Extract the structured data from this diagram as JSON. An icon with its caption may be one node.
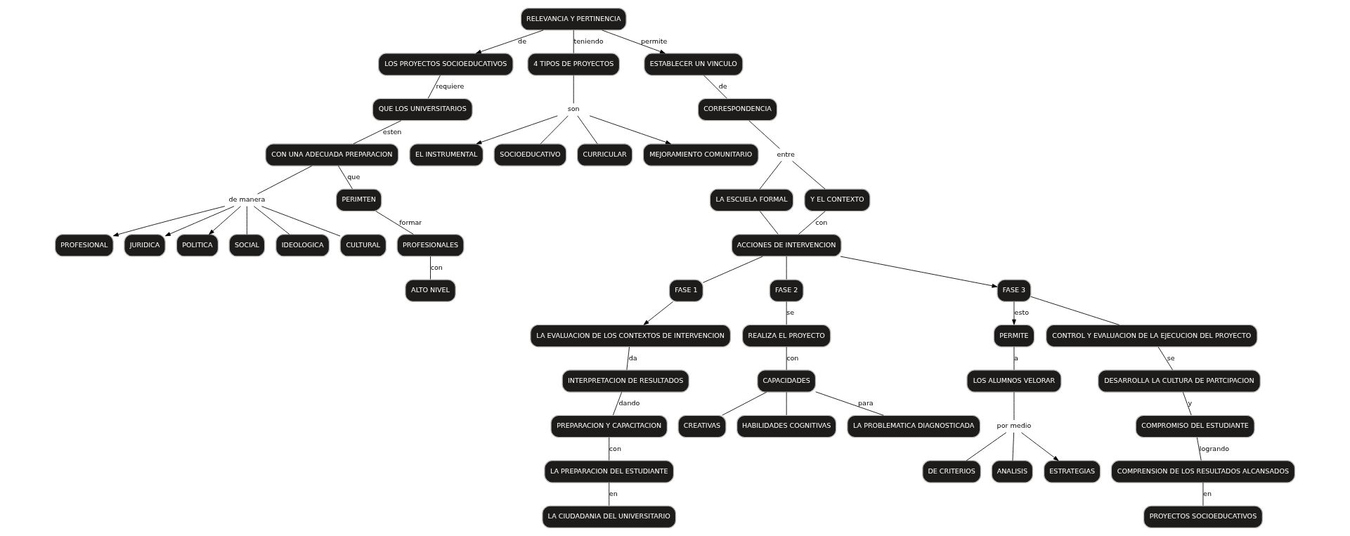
{
  "diagram": {
    "nodes": [
      {
        "text": [
          "RELEVANCIA Y PERTINENCIA"
        ]
      },
      {
        "text": [
          "LOS PROYECTOS SOCIOEDUCATIVOS"
        ]
      },
      {
        "text": [
          "4 TIPOS DE PROYECTOS"
        ]
      },
      {
        "text": [
          "ESTABLECER UN VINCULO"
        ]
      },
      {
        "text": [
          "QUE LOS UNIVERSITARIOS"
        ]
      },
      {
        "text": [
          "CON UNA ADECUADA PREPARACION"
        ]
      },
      {
        "text": [
          "de manera"
        ]
      },
      {
        "text": [
          "PROFESIONAL"
        ]
      },
      {
        "text": [
          "JURIDICA"
        ]
      },
      {
        "text": [
          "POLITICA"
        ]
      },
      {
        "text": [
          "SOCIAL"
        ]
      },
      {
        "text": [
          "IDEOLOGICA"
        ]
      },
      {
        "text": [
          "CULTURAL"
        ]
      },
      {
        "text": [
          "PERIMTEN"
        ]
      },
      {
        "text": [
          "PROFESIONALES"
        ]
      },
      {
        "text": [
          "ALTO NIVEL"
        ]
      },
      {
        "text": [
          "son"
        ]
      },
      {
        "text": [
          "EL INSTRUMENTAL"
        ]
      },
      {
        "text": [
          "SOCIOEDUCATIVO"
        ]
      },
      {
        "text": [
          "CURRICULAR"
        ]
      },
      {
        "text": [
          "MEJORAMIENTO COMUNITARIO"
        ]
      },
      {
        "text": [
          "CORRESPONDENCIA"
        ]
      },
      {
        "text": [
          "entre"
        ]
      },
      {
        "text": [
          "LA ESCUELA FORMAL"
        ]
      },
      {
        "text": [
          "Y EL CONTEXTO"
        ]
      },
      {
        "text": [
          "ACCIONES DE INTERVENCION"
        ]
      },
      {
        "text": [
          "FASE 1"
        ]
      },
      {
        "text": [
          "LA EVALUACION DE LOS CONTEXTOS DE INTERVENCION"
        ]
      },
      {
        "text": [
          "INTERPRETACION DE RESULTADOS"
        ]
      },
      {
        "text": [
          "PREPARACION Y CAPACITACION"
        ]
      },
      {
        "text": [
          "LA PREPARACION DEL ESTUDIANTE"
        ]
      },
      {
        "text": [
          "LA CIUDADANIA DEL UNIVERSITARIO"
        ]
      },
      {
        "text": [
          "FASE 2"
        ]
      },
      {
        "text": [
          "REALIZA EL PROYECTO"
        ]
      },
      {
        "text": [
          "CAPACIDADES"
        ]
      },
      {
        "text": [
          "CREATIVAS"
        ]
      },
      {
        "text": [
          "HABILIDADES COGNITIVAS"
        ]
      },
      {
        "text": [
          "LA PROBLEMATICA DIAGNOSTICADA"
        ]
      },
      {
        "text": [
          "FASE 3"
        ]
      },
      {
        "text": [
          "PERMITE"
        ]
      },
      {
        "text": [
          "CONTROL Y EVALUACION DE LA EJECUCION DEL PROYECTO"
        ]
      },
      {
        "text": [
          "DESARROLLA LA CULTURA DE PARTCIPACION"
        ]
      },
      {
        "text": [
          "COMPROMISO DEL ESTUDIANTE"
        ]
      },
      {
        "text": [
          "COMPRENSION DE LOS RESULTADOS ALCANSADOS"
        ]
      },
      {
        "text": [
          "PROYECTOS SOCIOEDUCATIVOS"
        ]
      },
      {
        "text": [
          "LOS ALUMNOS VELORAR"
        ]
      },
      {
        "text": [
          "por medio"
        ]
      },
      {
        "text": [
          "DE CRITERIOS"
        ]
      },
      {
        "text": [
          "ANALISIS"
        ]
      },
      {
        "text": [
          "ESTRATEGIAS"
        ]
      }
    ],
    "edges": [
      {
        "from": 0,
        "to": 1,
        "arrow": "to",
        "label": "de"
      },
      {
        "from": 0,
        "to": 2,
        "arrow": "none",
        "label": "teniendo"
      },
      {
        "from": 0,
        "to": 3,
        "arrow": "to",
        "label": "permite"
      },
      {
        "from": 1,
        "to": 4,
        "arrow": "none",
        "label": "requiere"
      },
      {
        "from": 4,
        "to": 5,
        "arrow": "none",
        "label": "esten"
      },
      {
        "from": 5,
        "to": 6,
        "arrow": "none"
      },
      {
        "from": 6,
        "to": 7,
        "arrow": "to"
      },
      {
        "from": 6,
        "to": 8,
        "arrow": "to"
      },
      {
        "from": 6,
        "to": 9,
        "arrow": "to"
      },
      {
        "from": 6,
        "to": 10,
        "arrow": "none"
      },
      {
        "from": 6,
        "to": 11,
        "arrow": "none"
      },
      {
        "from": 6,
        "to": 12,
        "arrow": "none"
      },
      {
        "from": 5,
        "to": 13,
        "arrow": "none",
        "label": "que"
      },
      {
        "from": 13,
        "to": 14,
        "arrow": "none",
        "label": "formar"
      },
      {
        "from": 14,
        "to": 15,
        "arrow": "none",
        "label": "con"
      },
      {
        "from": 2,
        "to": 16,
        "arrow": "none"
      },
      {
        "from": 16,
        "to": 17,
        "arrow": "to"
      },
      {
        "from": 16,
        "to": 18,
        "arrow": "none"
      },
      {
        "from": 16,
        "to": 19,
        "arrow": "none"
      },
      {
        "from": 16,
        "to": 20,
        "arrow": "to"
      },
      {
        "from": 3,
        "to": 21,
        "arrow": "none",
        "label": "de"
      },
      {
        "from": 21,
        "to": 22,
        "arrow": "none"
      },
      {
        "from": 22,
        "to": 23,
        "arrow": "none"
      },
      {
        "from": 22,
        "to": 24,
        "arrow": "none"
      },
      {
        "from": 23,
        "to": 25,
        "arrow": "none"
      },
      {
        "from": 24,
        "to": 25,
        "arrow": "none",
        "label": "con"
      },
      {
        "from": 25,
        "to": 26,
        "arrow": "none"
      },
      {
        "from": 26,
        "to": 27,
        "arrow": "to"
      },
      {
        "from": 27,
        "to": 28,
        "arrow": "none",
        "label": "da"
      },
      {
        "from": 28,
        "to": 29,
        "arrow": "none",
        "label": "dando"
      },
      {
        "from": 29,
        "to": 30,
        "arrow": "none",
        "label": "con"
      },
      {
        "from": 30,
        "to": 31,
        "arrow": "none",
        "label": "en"
      },
      {
        "from": 25,
        "to": 32,
        "arrow": "none"
      },
      {
        "from": 32,
        "to": 33,
        "arrow": "none",
        "label": "se"
      },
      {
        "from": 33,
        "to": 34,
        "arrow": "none",
        "label": "con"
      },
      {
        "from": 34,
        "to": 35,
        "arrow": "none"
      },
      {
        "from": 34,
        "to": 36,
        "arrow": "none"
      },
      {
        "from": 34,
        "to": 37,
        "arrow": "none",
        "label": "para"
      },
      {
        "from": 25,
        "to": 38,
        "arrow": "to"
      },
      {
        "from": 38,
        "to": 39,
        "arrow": "to",
        "label": "esto"
      },
      {
        "from": 38,
        "to": 40,
        "arrow": "none"
      },
      {
        "from": 40,
        "to": 41,
        "arrow": "none",
        "label": "se"
      },
      {
        "from": 41,
        "to": 42,
        "arrow": "none",
        "label": "y"
      },
      {
        "from": 42,
        "to": 43,
        "arrow": "none",
        "label": "logrando"
      },
      {
        "from": 43,
        "to": 44,
        "arrow": "none",
        "label": "en"
      },
      {
        "from": 39,
        "to": 45,
        "arrow": "none",
        "label": "a"
      },
      {
        "from": 45,
        "to": 46,
        "arrow": "none"
      },
      {
        "from": 46,
        "to": 47,
        "arrow": "none"
      },
      {
        "from": 46,
        "to": 48,
        "arrow": "none"
      },
      {
        "from": 46,
        "to": 49,
        "arrow": "to"
      }
    ]
  }
}
